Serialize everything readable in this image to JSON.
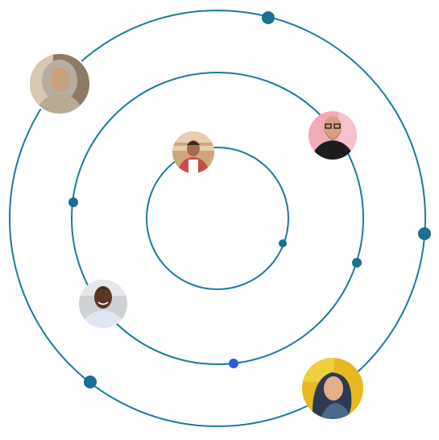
{
  "colors": {
    "orbit": "#1a7b9c",
    "dot": "#1a6f95",
    "dot_accent": "#2b5be0",
    "background": "#ffffff"
  },
  "avatars": [
    {
      "id": "woman-hijab",
      "skin": "#c8a07e",
      "hair": "#b7aea0",
      "cloth": "#b9ab93",
      "bg": "#8f7a65",
      "bg2": "#d6c8b2"
    },
    {
      "id": "man-apron",
      "skin": "#a56b4e",
      "hair": "#3a2a20",
      "cloth": "#c94b4b",
      "bg": "#cfa57a",
      "bg2": "#e5cfae"
    },
    {
      "id": "man-beard-glasses",
      "skin": "#d7a07e",
      "hair": "#a0622e",
      "cloth": "#1d1d1f",
      "bg": "#f3a9b8",
      "bg2": "#f6c2cd"
    },
    {
      "id": "man-smiling",
      "skin": "#5a3726",
      "hair": "#1d130e",
      "cloth": "#dfe7f2",
      "bg": "#cfd1d4",
      "bg2": "#e6e7e9"
    },
    {
      "id": "woman-yellow",
      "skin": "#e4b088",
      "hair": "#2c3b52",
      "cloth": "#4a6a8a",
      "bg": "#e8b820",
      "bg2": "#f1cf3a"
    }
  ]
}
